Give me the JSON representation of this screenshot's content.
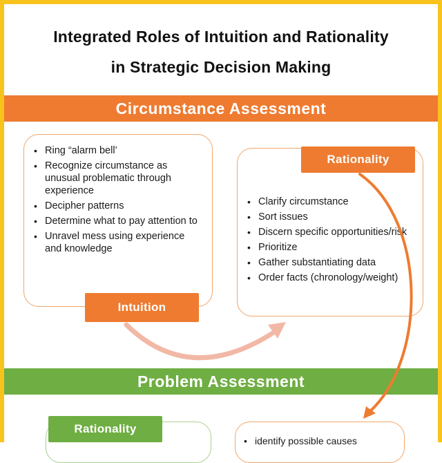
{
  "title": {
    "line1": "Integrated Roles of Intuition and Rationality",
    "line2": "in Strategic Decision Making"
  },
  "sections": {
    "circumstance": "Circumstance Assessment",
    "problem": "Problem Assessment"
  },
  "intuition_box": {
    "label": "Intuition",
    "items": [
      "Ring “alarm bell’",
      "Recognize circumstance as unusual problematic through experience",
      "Decipher patterns",
      "Determine what to pay attention to",
      "Unravel mess using experience and knowledge"
    ]
  },
  "rationality_box": {
    "label": "Rationality",
    "items": [
      "Clarify circumstance",
      "Sort issues",
      "Discern specific opportunities/risk",
      "Prioritize",
      "Gather substantiating data",
      "Order facts (chronology/weight)"
    ]
  },
  "problem_left": {
    "label": "Rationality"
  },
  "problem_right": {
    "items": [
      "identify possible causes"
    ]
  },
  "colors": {
    "orange": "#ee7b30",
    "green": "#6fae43",
    "border_yellow": "#f8c31c",
    "box_border": "#f0a66a",
    "light_arrow": "#f2b8a6"
  }
}
